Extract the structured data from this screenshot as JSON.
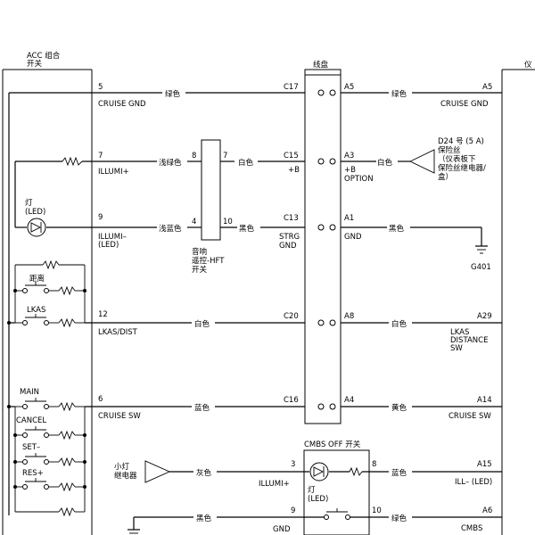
{
  "acc": {
    "title_1": "ACC 组合",
    "title_2": "开关"
  },
  "harness": {
    "title": "线盘"
  },
  "cluster": {
    "title": "仪"
  },
  "rows": [
    {
      "left_pin": "5",
      "left_name": "CRUISE GND",
      "wire_left": "绿色",
      "c_pin": "C17",
      "a_pin": "A5",
      "wire_right": "绿色",
      "r_pin": "A5",
      "r_name": "CRUISE GND"
    },
    {
      "left_pin": "7",
      "left_name": "ILLUMI+",
      "wire_left": "浅绿色",
      "c_pin": "C15",
      "c_name": "+B",
      "a_pin": "A3",
      "a_name_1": "+B",
      "a_name_2": "OPTION",
      "wire_right": "白色"
    },
    {
      "left_pin": "9",
      "left_name_1": "ILLUMI–",
      "left_name_2": "(LED)",
      "wire_left": "浅蓝色",
      "c_pin": "C13",
      "c_name_1": "STRG",
      "c_name_2": "GND",
      "a_pin": "A1",
      "a_name": "GND",
      "wire_right": "黑色"
    },
    {
      "left_pin": "12",
      "left_name": "LKAS/DIST",
      "wire_left": "白色",
      "c_pin": "C20",
      "a_pin": "A8",
      "wire_right": "白色",
      "r_pin": "A29",
      "r_name_1": "LKAS",
      "r_name_2": "DISTANCE",
      "r_name_3": "SW"
    },
    {
      "left_pin": "6",
      "left_name": "CRUISE SW",
      "wire_left": "蓝色",
      "c_pin": "C16",
      "a_pin": "A4",
      "wire_right": "黄色",
      "r_pin": "A14",
      "r_name": "CRUISE SW"
    }
  ],
  "hft": {
    "pin_l1": "8",
    "pin_r1": "7",
    "wire_r1": "白色",
    "pin_l2": "4",
    "pin_r2": "10",
    "wire_r2": "黑色",
    "label_1": "音响",
    "label_2": "遥控-HFT",
    "label_3": "开关"
  },
  "lamp": {
    "label_1": "灯",
    "label_2": "(LED)"
  },
  "switches": {
    "distance": "距离",
    "lkas": "LKAS",
    "main": "MAIN",
    "cancel": "CANCEL",
    "set": "SET–",
    "res": "RES+"
  },
  "fuse": {
    "line1": "D24 号 (5 A)",
    "line2": "保险丝",
    "line3": "（仪表板下",
    "line4": "保险丝继电器/",
    "line5": "盒）"
  },
  "ground": {
    "label": "G401"
  },
  "cmbs": {
    "title": "CMBS OFF 开关",
    "relay_1": "小灯",
    "relay_2": "继电器",
    "wire_in": "灰色",
    "pin_in": "3",
    "name_in": "ILLUMI+",
    "pin_out": "8",
    "wire_out": "蓝色",
    "r_pin": "A15",
    "r_name": "ILL– (LED)",
    "lamp_1": "灯",
    "lamp_2": "(LED)",
    "gnd_wire": "黑色",
    "gnd_pin": "9",
    "gnd_name": "GND",
    "sw_pin": "10",
    "sw_wire": "绿色",
    "r_pin2": "A6",
    "r_name2": "CMBS"
  }
}
